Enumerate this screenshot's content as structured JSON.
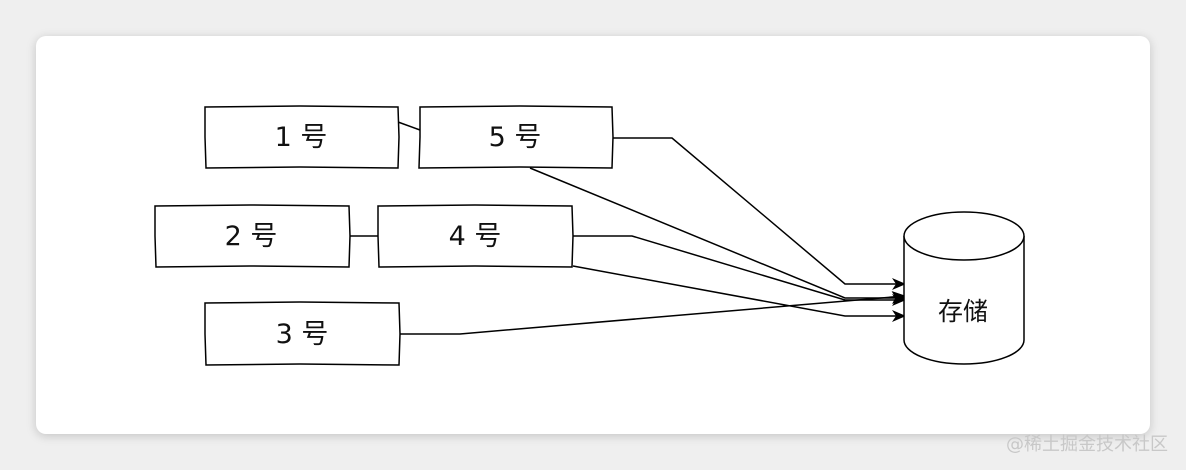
{
  "nodes": {
    "n1": "1 号",
    "n2": "2 号",
    "n3": "3 号",
    "n4": "4 号",
    "n5": "5 号"
  },
  "storage": {
    "label": "存储"
  },
  "watermark": "@稀土掘金技术社区",
  "colors": {
    "stroke": "#000000",
    "card": "#ffffff",
    "background": "#efefef",
    "watermark": "#c8c8c8"
  }
}
